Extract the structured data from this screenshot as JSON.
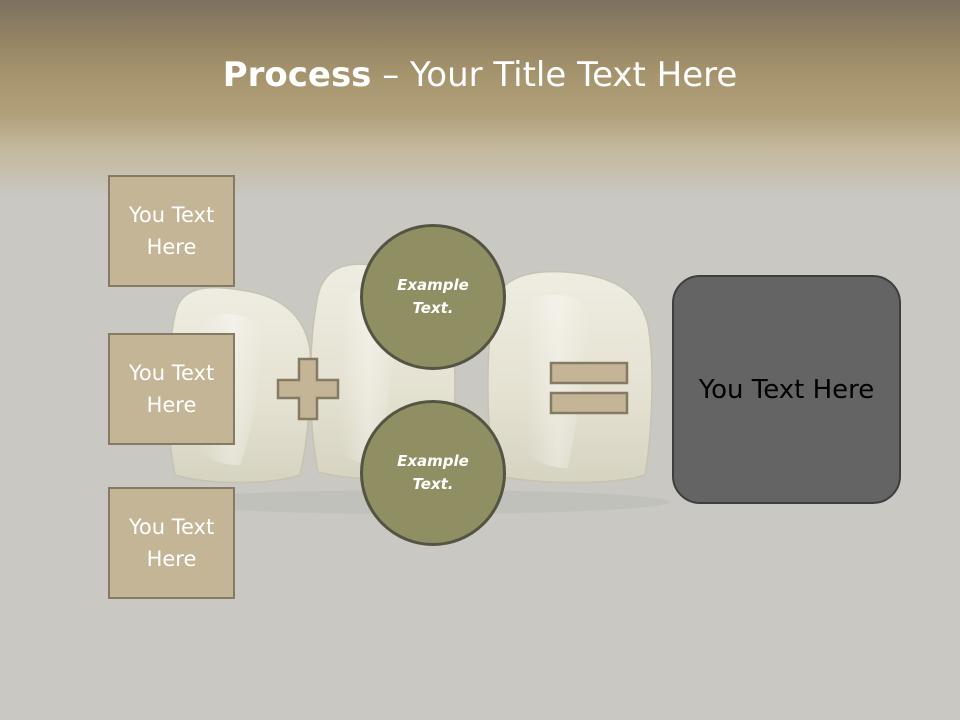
{
  "slide": {
    "title_bold": "Process",
    "title_rest": " – Your Title Text Here",
    "left_boxes": [
      "You Text Here",
      "You Text Here",
      "You Text Here"
    ],
    "circles": [
      "Example Text.",
      "Example Text."
    ],
    "result_text": "You Text Here"
  },
  "icons": {
    "plus": "plus-icon",
    "equals": "equals-icon",
    "background": "teeth-photo"
  },
  "colors": {
    "title_band": "#a8966f",
    "slide_background": "#c9c8c3",
    "box_fill": "#c3b596",
    "box_border": "#857a63",
    "circle_fill": "#8f8f63",
    "circle_border": "#545442",
    "result_fill": "#646464",
    "title_text": "#ffffff"
  }
}
